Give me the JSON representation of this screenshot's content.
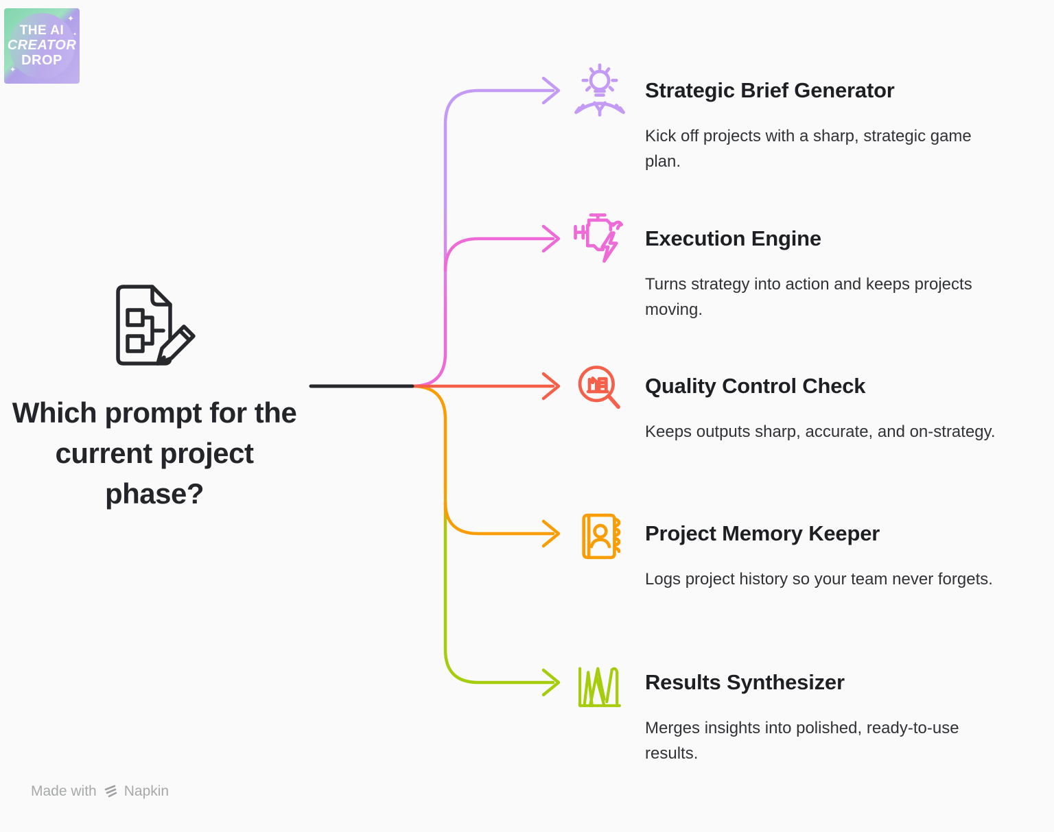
{
  "badge": {
    "line1": "THE AI",
    "line2": "CREATOR",
    "line3": "DROP"
  },
  "root": {
    "title": "Which prompt for the current project phase?",
    "icon": "document-flowchart-pencil-icon",
    "trunk_color": "#26282b"
  },
  "branches": [
    {
      "label": "Strategic Brief Generator",
      "description": "Kick off projects with a sharp, strategic game plan.",
      "color": "#c49bf4",
      "icon": "idea-lightbulb-hands-icon"
    },
    {
      "label": "Execution Engine",
      "description": "Turns strategy into action and keeps projects moving.",
      "color": "#ee6ad7",
      "icon": "engine-lightning-icon"
    },
    {
      "label": "Quality Control Check",
      "description": "Keeps outputs sharp, accurate, and on-strategy.",
      "color": "#f5604a",
      "icon": "magnifier-document-icon"
    },
    {
      "label": "Project Memory Keeper",
      "description": "Logs project history so your team never forgets.",
      "color": "#f99d06",
      "icon": "address-book-icon"
    },
    {
      "label": "Results Synthesizer",
      "description": "Merges insights into polished, ready-to-use results.",
      "color": "#a6cc0e",
      "icon": "peaks-chart-icon"
    }
  ],
  "footer": {
    "made_with": "Made with",
    "brand": "Napkin"
  }
}
